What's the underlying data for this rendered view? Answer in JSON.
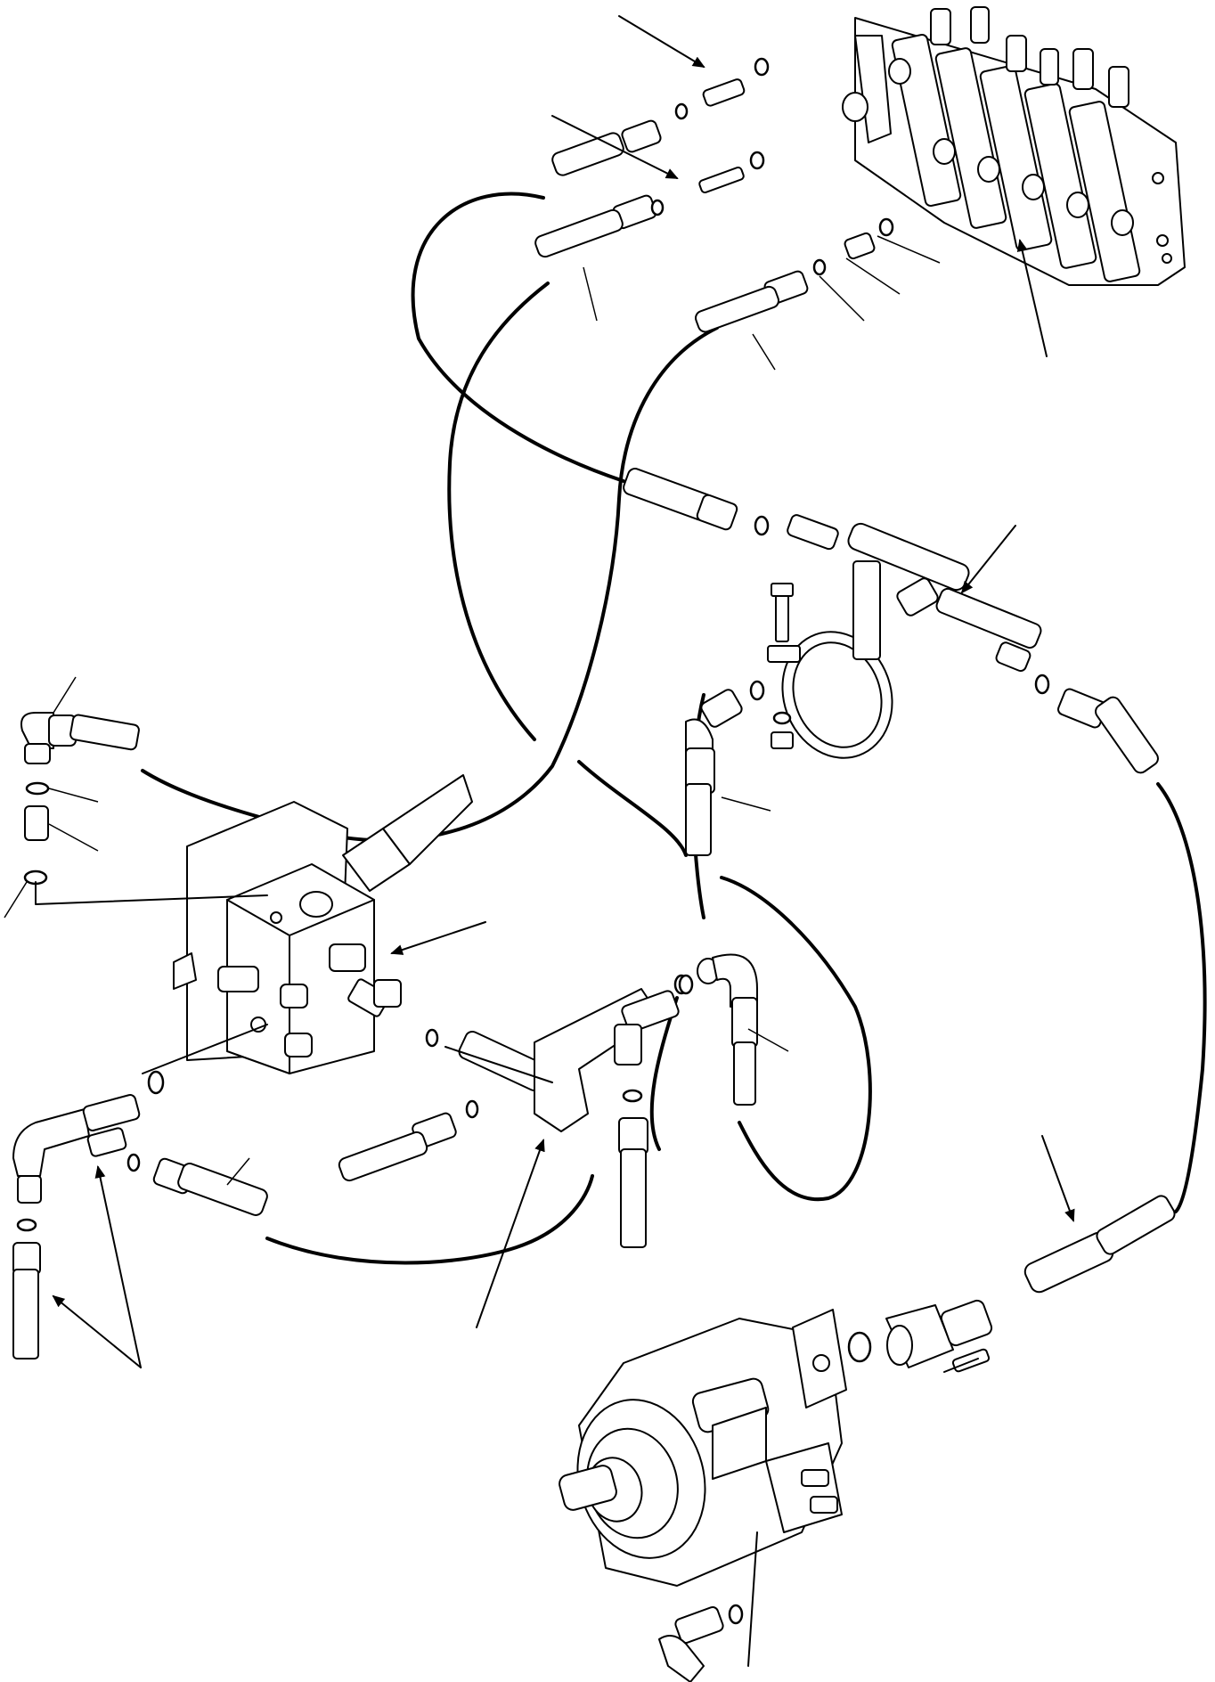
{
  "diagram": {
    "kind": "exploded hydraulic parts illustration",
    "labels": [],
    "components": [
      {
        "id": "control-valve",
        "icon": "valve-block-icon"
      },
      {
        "id": "pilot-valve-block",
        "icon": "manifold-icon"
      },
      {
        "id": "hydraulic-pump",
        "icon": "pump-icon"
      },
      {
        "id": "hose-clamp",
        "icon": "clamp-icon"
      }
    ],
    "colors": {
      "line": "#000000",
      "background": "#ffffff"
    }
  }
}
